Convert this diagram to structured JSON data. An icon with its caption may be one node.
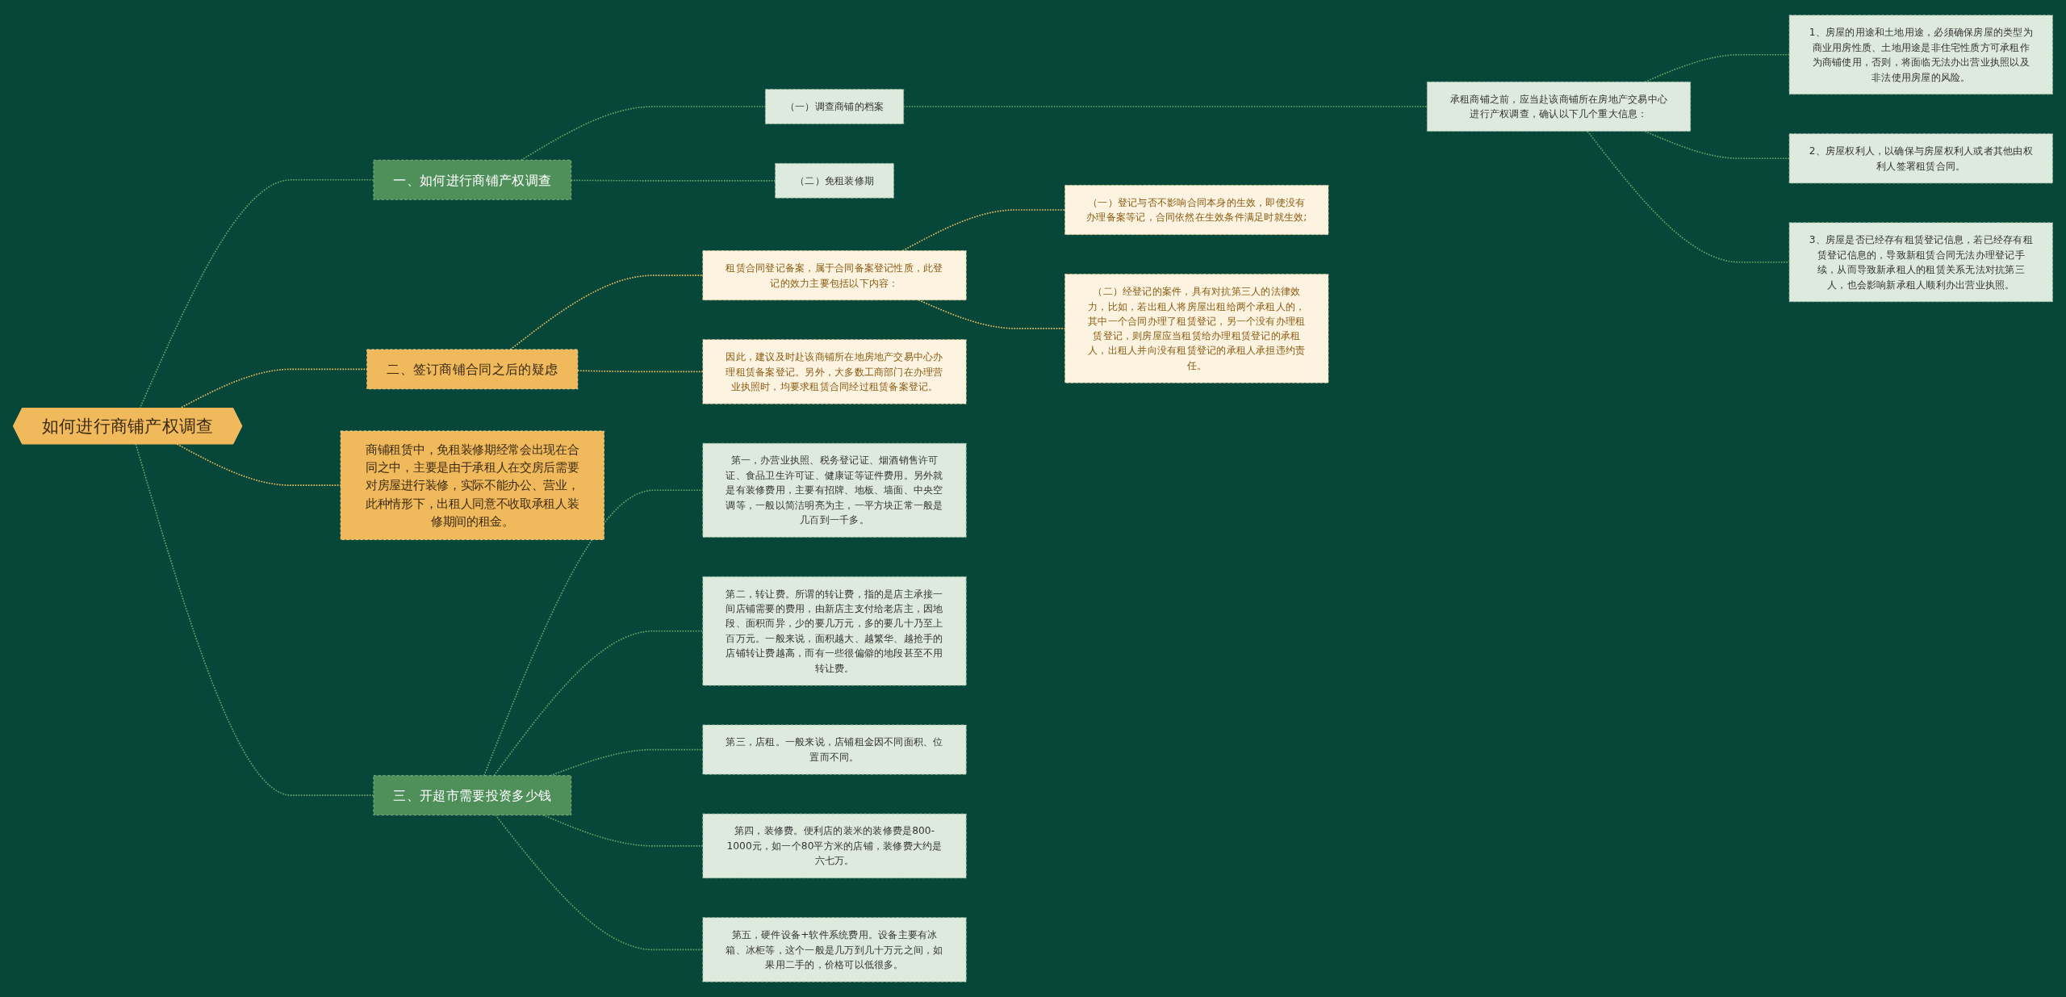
{
  "diagram": {
    "nodes": [
      {
        "text": [
          "如何进行商铺产权调查"
        ]
      },
      {
        "text": [
          "一、如何进行商铺产权调查"
        ]
      },
      {
        "text": [
          "（一）调查商铺的档案"
        ]
      },
      {
        "text": [
          "承租商铺之前，应当赴该商铺所在房地产交易中心进行产权调查，确认以下几个重大信息："
        ]
      },
      {
        "text": [
          "1、房屋的用途和土地用途，必须确保房屋的类型为商业用房性质、土地用途是非住宅性质方可承租作为商铺使用，否则，将面临无法办出营业执照以及非法使用房屋的风险。"
        ]
      },
      {
        "text": [
          "2、房屋权利人，以确保与房屋权利人或者其他由权利人签署租赁合同。"
        ]
      },
      {
        "text": [
          "3、房屋是否已经存有租赁登记信息，若已经存有租赁登记信息的，导致新租赁合同无法办理登记手续，从而导致新承租人的租赁关系无法对抗第三人，也会影响新承租人顺利办出营业执照。"
        ]
      },
      {
        "text": [
          "（二）免租装修期"
        ]
      },
      {
        "text": [
          "二、签订商铺合同之后的疑虑"
        ]
      },
      {
        "text": [
          "租赁合同登记备案，属于合同备案登记性质，此登记的效力主要包括以下内容："
        ]
      },
      {
        "text": [
          "（一）登记与否不影响合同本身的生效，即使没有办理备案等记，合同依然在生效条件满足时就生效;"
        ]
      },
      {
        "text": [
          "（二）经登记的案件，具有对抗第三人的法律效力，比如，若出租人将房屋出租给两个承租人的，其中一个合同办理了租赁登记，另一个没有办理租赁登记，则房屋应当租赁给办理租赁登记的承租人，出租人并向没有租赁登记的承租人承担违约责任。"
        ]
      },
      {
        "text": [
          "因此，建议及时赴该商铺所在地房地产交易中心办理租赁备案登记。另外，大多数工商部门在办理营业执照时，均要求租赁合同经过租赁备案登记。"
        ]
      },
      {
        "text": [
          "商铺租赁中，免租装修期经常会出现在合同之中，主要是由于承租人在交房后需要对房屋进行装修，实际不能办公、营业，此种情形下，出租人同意不收取承租人装修期间的租金。"
        ]
      },
      {
        "text": [
          "三、开超市需要投资多少钱"
        ]
      },
      {
        "text": [
          "第一，办营业执照、税务登记证、烟酒销售许可证、食品卫生许可证、健康证等证件费用。另外就是有装修费用，主要有招牌、地板、墙面、中央空调等，一般以简洁明亮为主，一平方块正常一般是几百到一千多。"
        ]
      },
      {
        "text": [
          "第二，转让费。所谓的转让费，指的是店主承接一间店铺需要的费用，由新店主支付给老店主，因地段、面积而异，少的要几万元，多的要几十乃至上百万元。一般来说，面积越大、越繁华、越抢手的店铺转让费越高，而有一些很偏僻的地段甚至不用转让费。"
        ]
      },
      {
        "text": [
          "第三，店租。一般来说，店铺租金因不同面积、位置而不同。"
        ]
      },
      {
        "text": [
          "第四，装修费。便利店的装米的装修费是800-1000元，如一个80平方米的店铺，装修费大约是六七万。"
        ]
      },
      {
        "text": [
          "第五，硬件设备+软件系统费用。设备主要有冰箱、冰柜等，这个一般是几万到几十万元之间，如果用二手的，价格可以低很多。"
        ]
      }
    ],
    "edges": [
      {
        "from": 0,
        "to": 1,
        "arrow": "none",
        "style": "dashed"
      },
      {
        "from": 1,
        "to": 2,
        "arrow": "none",
        "style": "dashed"
      },
      {
        "from": 2,
        "to": 3,
        "arrow": "none",
        "style": "dashed"
      },
      {
        "from": 3,
        "to": 4,
        "arrow": "none",
        "style": "dashed"
      },
      {
        "from": 3,
        "to": 5,
        "arrow": "none",
        "style": "dashed"
      },
      {
        "from": 3,
        "to": 6,
        "arrow": "none",
        "style": "dashed"
      },
      {
        "from": 1,
        "to": 7,
        "arrow": "none",
        "style": "dashed"
      },
      {
        "from": 0,
        "to": 8,
        "arrow": "none",
        "style": "dashed",
        "color": "#f0c060"
      },
      {
        "from": 8,
        "to": 9,
        "arrow": "none",
        "style": "dashed",
        "color": "#f0c060"
      },
      {
        "from": 9,
        "to": 10,
        "arrow": "none",
        "style": "dashed",
        "color": "#f0c060"
      },
      {
        "from": 9,
        "to": 11,
        "arrow": "none",
        "style": "dashed",
        "color": "#f0c060"
      },
      {
        "from": 8,
        "to": 12,
        "arrow": "none",
        "style": "dashed",
        "color": "#f0c060"
      },
      {
        "from": 0,
        "to": 13,
        "arrow": "none",
        "style": "dashed",
        "color": "#f0c060"
      },
      {
        "from": 0,
        "to": 14,
        "arrow": "none",
        "style": "dashed"
      },
      {
        "from": 14,
        "to": 15,
        "arrow": "none",
        "style": "dashed"
      },
      {
        "from": 14,
        "to": 16,
        "arrow": "none",
        "style": "dashed"
      },
      {
        "from": 14,
        "to": 17,
        "arrow": "none",
        "style": "dashed"
      },
      {
        "from": 14,
        "to": 18,
        "arrow": "none",
        "style": "dashed"
      },
      {
        "from": 14,
        "to": 19,
        "arrow": "none",
        "style": "dashed"
      }
    ]
  }
}
